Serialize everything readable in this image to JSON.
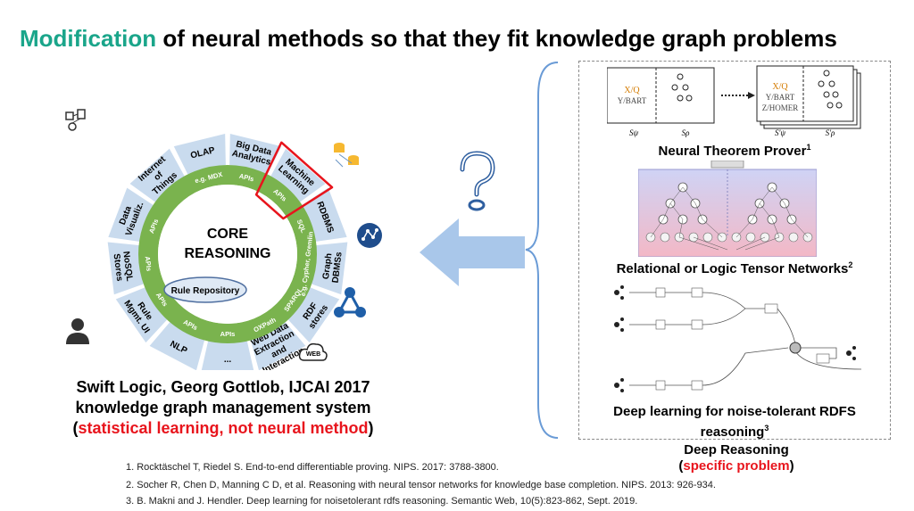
{
  "title": {
    "highlight": "Modification",
    "rest": " of neural methods so that they fit knowledge graph problems"
  },
  "ring": {
    "core_line1": "CORE",
    "core_line2": "REASONING",
    "rule_repository": "Rule Repository",
    "outer_segments": [
      "OLAP",
      "Big Data Analytics",
      "Machine Learning",
      "RDBMS",
      "Graph DBMSs",
      "RDF stores",
      "Web Data Extraction and Interaction",
      "...",
      "NLP",
      "Rule Mgmt. UI",
      "NoSQL Stores",
      "Data Visualiz.",
      "Internet of Things"
    ],
    "inner_labels": [
      "e.g. MDX",
      "APIs",
      "APIs",
      "SQL",
      "e.g. Cypher, Gremlin",
      "SPARQL",
      "OXPath",
      "APIs",
      "APIs",
      "APIs",
      "APIs",
      "APIs"
    ],
    "web_badge": "WEB"
  },
  "swift": {
    "line1": "Swift Logic, Georg Gottlob, IJCAI 2017",
    "line2": "knowledge graph management system",
    "open": "(",
    "red": "statistical learning, not neural method",
    "close": ")"
  },
  "methods": {
    "ntp_caption": "Neural Theorem Prover",
    "ntp_sup": "1",
    "ntp_left_x": "X/Q",
    "ntp_left_y": "Y/BART",
    "ntp_right_x": "X/Q",
    "ntp_right_y": "Y/BART",
    "ntp_right_z": "Z/HOMER",
    "ntp_s_psi": "Sψ",
    "ntp_s_rho": "Sρ",
    "ntp_s_psi2": "S'ψ",
    "ntp_s_rho2": "S'ρ",
    "rtn_caption": "Relational or Logic Tensor Networks",
    "rtn_sup": "2",
    "dl_caption_line1": "Deep learning for noise-tolerant RDFS",
    "dl_caption_line2": "reasoning",
    "dl_sup": "3"
  },
  "deep_reasoning": {
    "line1": "Deep Reasoning",
    "open": "(",
    "red": "specific problem",
    "close": ")"
  },
  "references": [
    "1. Rocktäschel T, Riedel S. End-to-end differentiable proving. NIPS. 2017: 3788-3800.",
    "2. Socher R, Chen D, Manning C D, et al. Reasoning with neural tensor networks for knowledge base completion. NIPS. 2013: 926-934.",
    "3. B. Makni and J. Hendler. Deep learning for noisetolerant rdfs reasoning. Semantic Web, 10(5):823-862, Sept. 2019."
  ],
  "colors": {
    "title_accent": "#1aa58a",
    "red": "#e8141c",
    "ring_outer": "#c9dbee",
    "ring_inner": "#7ab34e",
    "arrow": "#a9c7ea"
  }
}
